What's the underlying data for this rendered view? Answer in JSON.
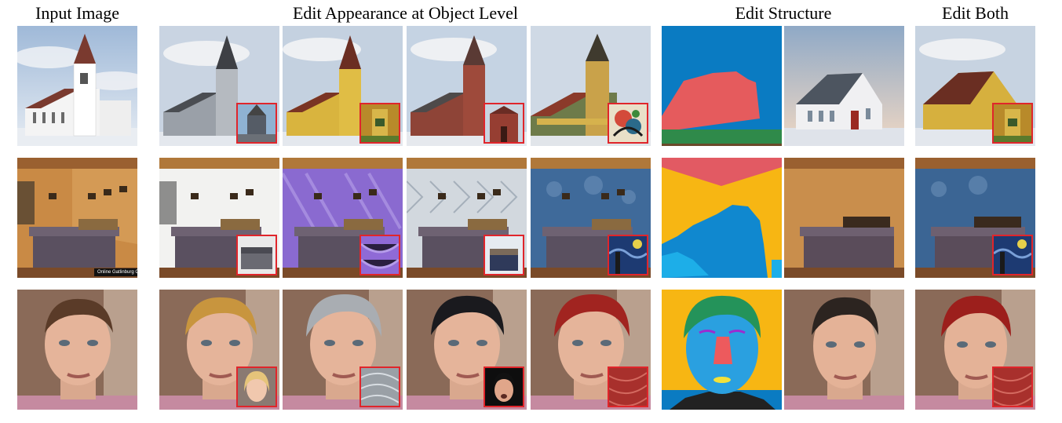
{
  "headers": {
    "input": "Input Image",
    "appearance": "Edit Appearance at Object Level",
    "structure": "Edit Structure",
    "both": "Edit Both"
  },
  "watermark": "Online Gatlinburg Cabin"
}
